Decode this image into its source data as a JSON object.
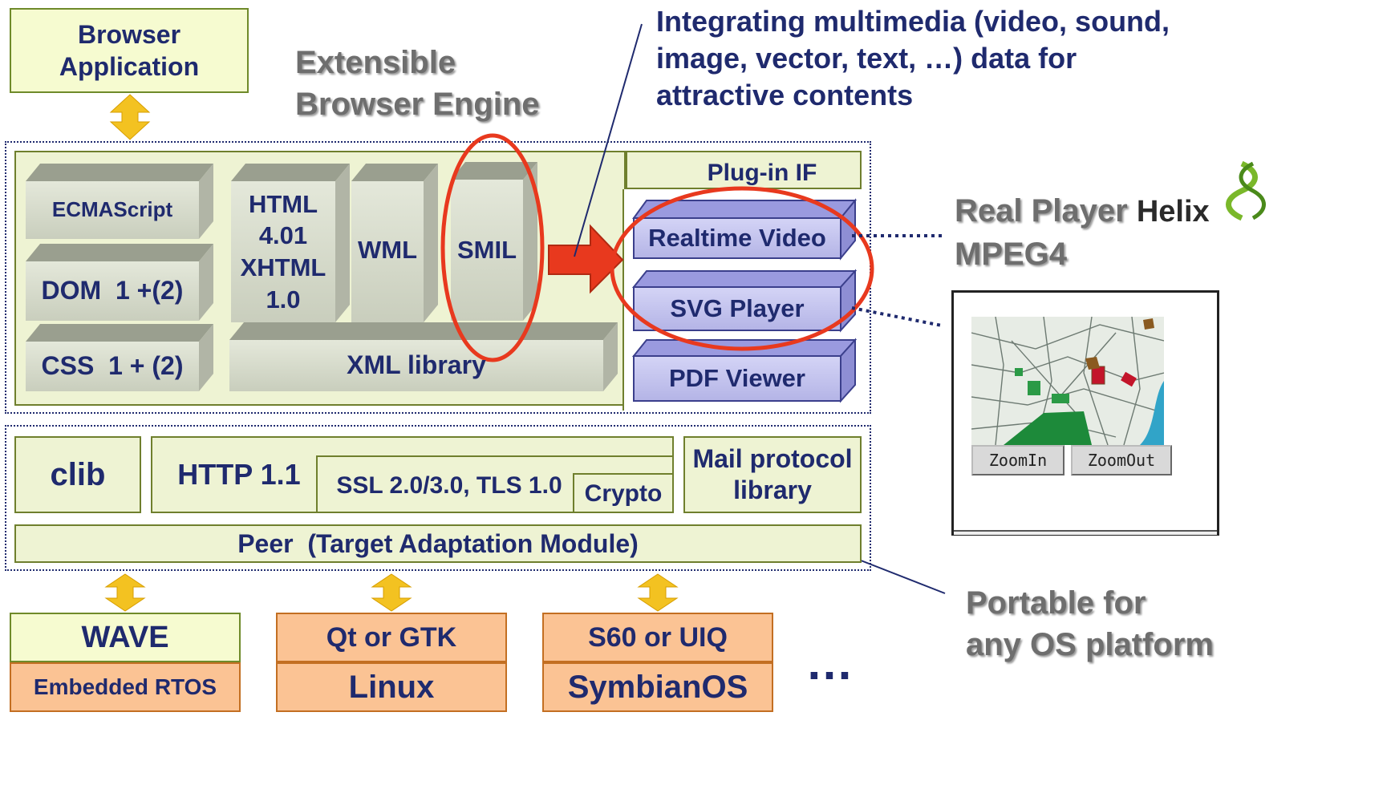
{
  "browser_application": "Browser\nApplication",
  "engine_title": "Extensible\nBrowser Engine",
  "multimedia_callout": "Integrating multimedia (video, sound,\nimage, vector, text, …) data for\nattractive contents",
  "engine": {
    "ecmascript": "ECMAScript",
    "dom": "DOM  1 +(2)",
    "css": "CSS  1 + (2)",
    "html": "HTML\n4.01\nXHTML\n1.0",
    "wml": "WML",
    "smil": "SMIL",
    "xml_library": "XML library",
    "plugin_if": "Plug-in IF",
    "plugins": [
      "Realtime Video",
      "SVG Player",
      "PDF Viewer"
    ]
  },
  "real_player": "Real Player",
  "helix": "Helix",
  "mpeg4": "MPEG4",
  "map_widget": {
    "zoom_in": "ZoomIn",
    "zoom_out": "ZoomOut"
  },
  "network": {
    "clib": "clib",
    "http": "HTTP 1.1",
    "ssl": "SSL 2.0/3.0, TLS 1.0",
    "crypto": "Crypto",
    "mail": "Mail protocol\nlibrary",
    "peer": "Peer  (Target Adaptation Module)"
  },
  "platforms": [
    {
      "top": "WAVE",
      "bottom": "Embedded RTOS"
    },
    {
      "top": "Qt or GTK",
      "bottom": "Linux"
    },
    {
      "top": "S60 or UIQ",
      "bottom": "SymbianOS"
    }
  ],
  "ellipsis": "…",
  "portable_callout": "Portable for\nany OS platform",
  "colors": {
    "text": "#1f2a6e",
    "light_green": "#eef3d3",
    "orange": "#fbc394",
    "plugin_blue": "#c8c8f0",
    "highlight_red": "#e8391e",
    "arrow_yellow": "#f3c221"
  }
}
